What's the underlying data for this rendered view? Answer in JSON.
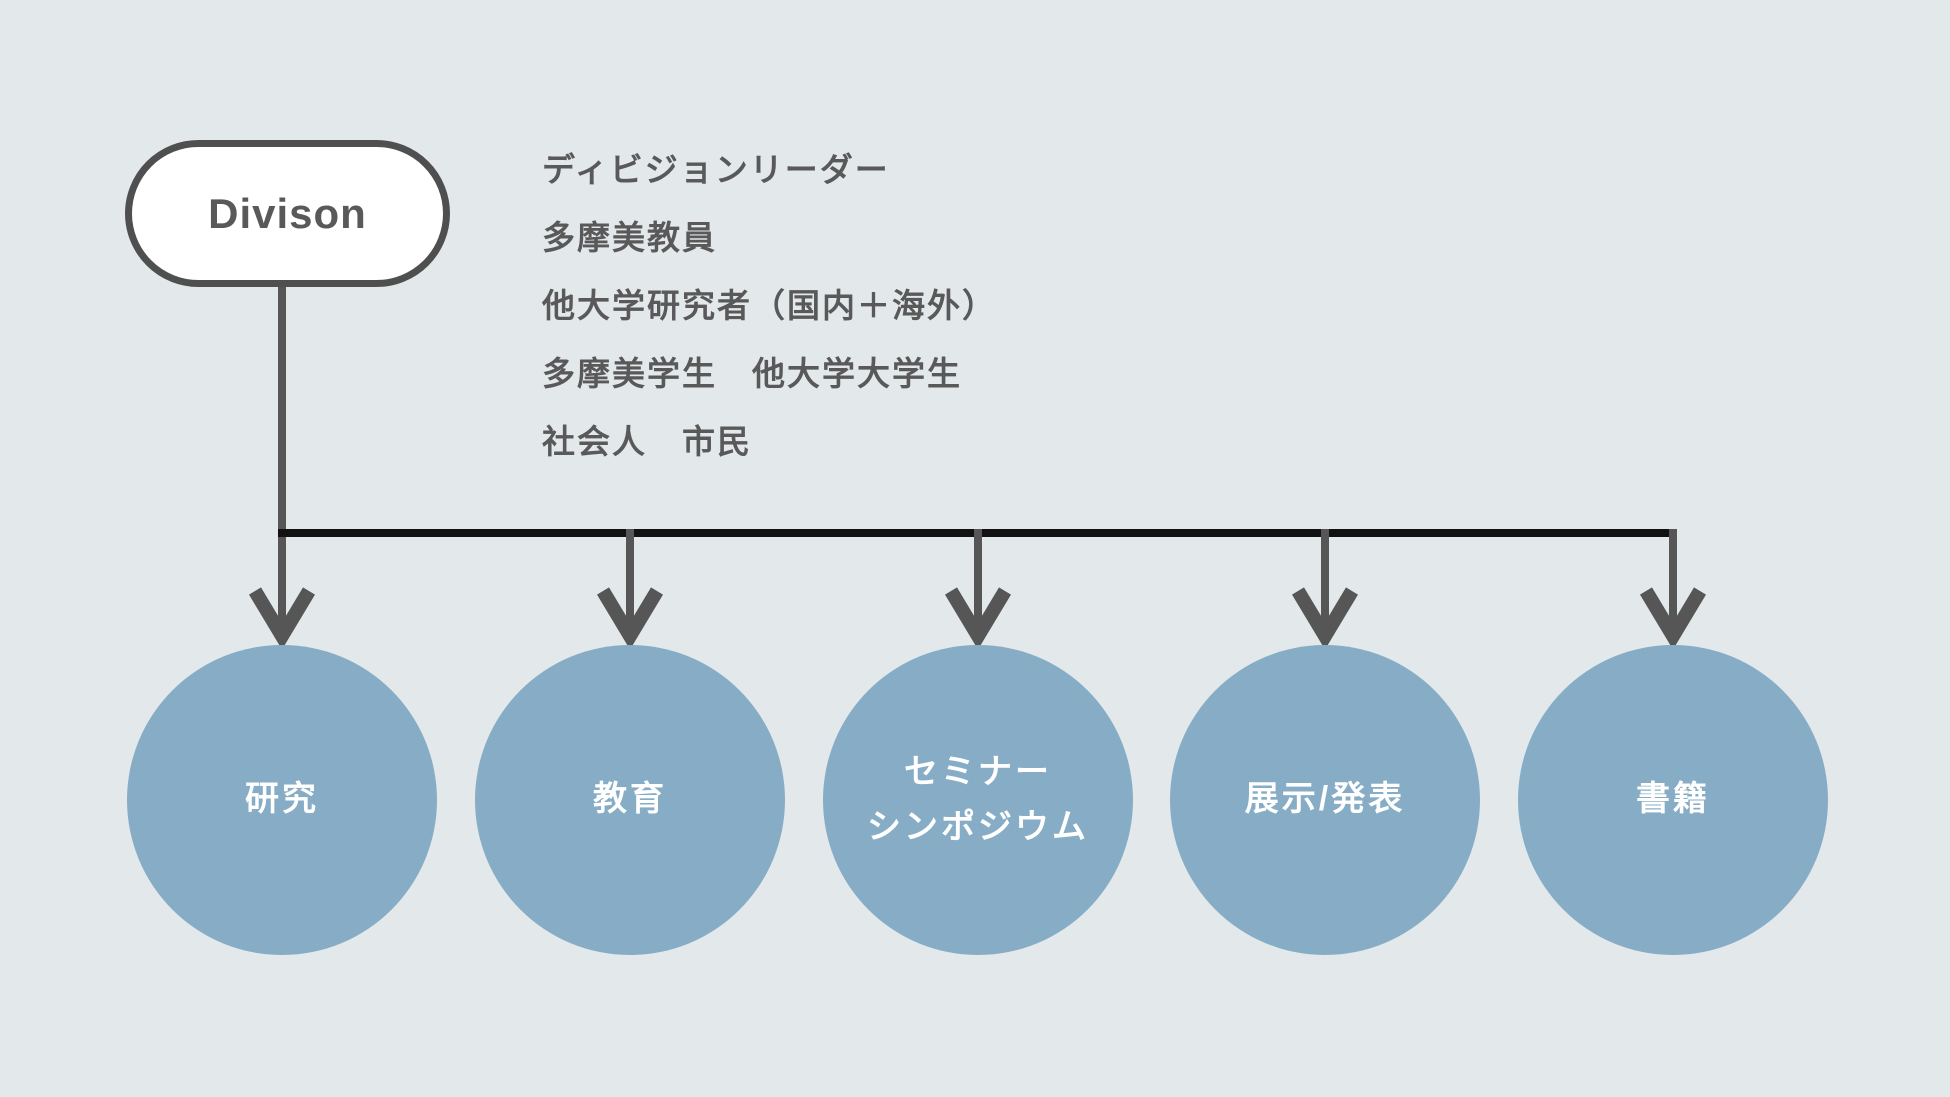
{
  "division": {
    "label": "Divison"
  },
  "stakeholders": {
    "lines": [
      "ディビジョンリーダー",
      "多摩美教員",
      "他大学研究者（国内＋海外）",
      "多摩美学生　他大学大学生",
      "社会人　市民"
    ]
  },
  "circles": [
    {
      "label": "研究"
    },
    {
      "label": "教育"
    },
    {
      "label": "セミナー\nシンポジウム"
    },
    {
      "label": "展示/発表"
    },
    {
      "label": "書籍"
    }
  ],
  "colors": {
    "background": "#e3e8eb",
    "circle_fill": "#86adc5",
    "connector_gray": "#565656",
    "rail_black": "#121212",
    "pill_border": "#4f4f4f",
    "pill_fill": "#ffffff",
    "text_dark": "#595959",
    "text_light": "#ffffff"
  }
}
